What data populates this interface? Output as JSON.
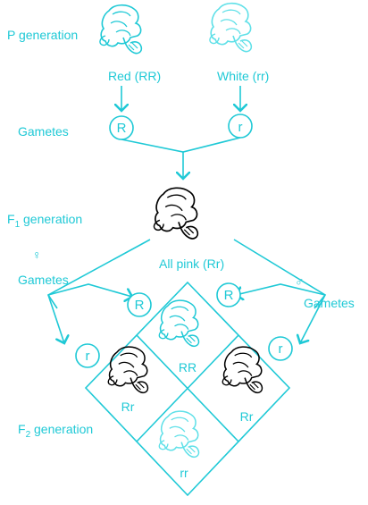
{
  "colors": {
    "accent": "#1fc9d6",
    "dark": "#000000"
  },
  "labels": {
    "p_generation": "P generation",
    "red_rr": "Red (RR)",
    "white_rr": "White (rr)",
    "gametes_left": "Gametes",
    "gamete_R": "R",
    "gamete_r": "r",
    "f1_prefix": "F",
    "f1_sub": "1",
    "f1_suffix": " generation",
    "all_pink": "All pink (Rr)",
    "female_gametes": "Gametes",
    "male_gametes": "Gametes",
    "female_symbol": "♀",
    "male_symbol": "♂",
    "f2_prefix": "F",
    "f2_sub": "2",
    "f2_suffix": " generation",
    "f1_gamete_R_left": "R",
    "f1_gamete_r_left": "r",
    "f1_gamete_R_right": "R",
    "f1_gamete_r_right": "r",
    "cell_top": "RR",
    "cell_left": "Rr",
    "cell_right": "Rr",
    "cell_bottom": "rr"
  },
  "icons": {
    "flower": "snapdragon-flower-icon"
  }
}
